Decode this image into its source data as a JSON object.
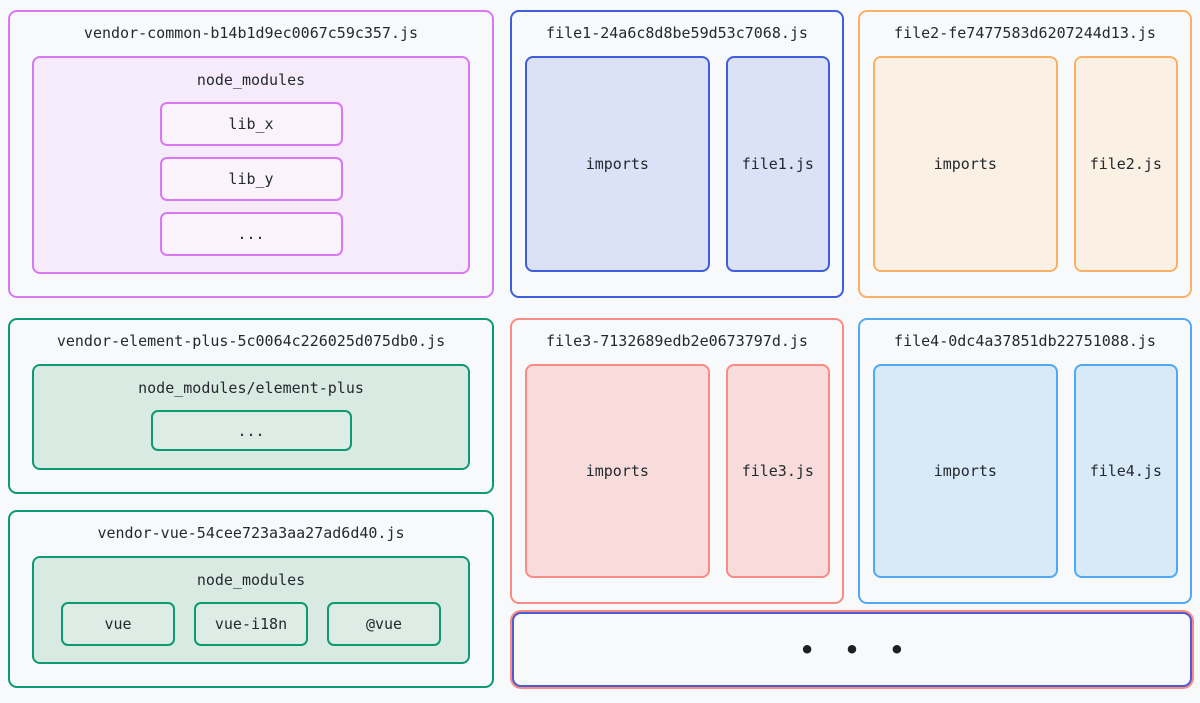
{
  "page": {
    "background": "#f8f9fa",
    "text_color": "#24292f"
  },
  "chunks": [
    {
      "id": "vendor-common",
      "title": "vendor-common-b14b1d9ec0067c59c357.js",
      "accent": "#da77f2",
      "group": {
        "label": "node_modules",
        "items": [
          "lib_x",
          "lib_y",
          "..."
        ]
      }
    },
    {
      "id": "file1",
      "title": "file1-24a6c8d8be59d53c7068.js",
      "accent": "#3f5ede",
      "blocks": [
        "imports",
        "file1.js"
      ]
    },
    {
      "id": "file2",
      "title": "file2-fe7477583d6207244d13.js",
      "accent": "#f9b168",
      "blocks": [
        "imports",
        "file2.js"
      ]
    },
    {
      "id": "vendor-element-plus",
      "title": "vendor-element-plus-5c0064c226025d075db0.js",
      "accent": "#0c9a73",
      "group": {
        "label": "node_modules/element-plus",
        "items": [
          "..."
        ]
      }
    },
    {
      "id": "file3",
      "title": "file3-7132689edb2e0673797d.js",
      "accent": "#fa8a84",
      "blocks": [
        "imports",
        "file3.js"
      ]
    },
    {
      "id": "file4",
      "title": "file4-0dc4a37851db22751088.js",
      "accent": "#4fa9f3",
      "blocks": [
        "imports",
        "file4.js"
      ]
    },
    {
      "id": "vendor-vue",
      "title": "vendor-vue-54cee723a3aa27ad6d40.js",
      "accent": "#0c9a73",
      "group": {
        "label": "node_modules",
        "items": [
          "vue",
          "vue-i18n",
          "@vue"
        ]
      }
    },
    {
      "id": "more-chunks",
      "label": "• • •",
      "accent": "#4c5bd4",
      "accent_secondary": "#fa8a84"
    }
  ]
}
